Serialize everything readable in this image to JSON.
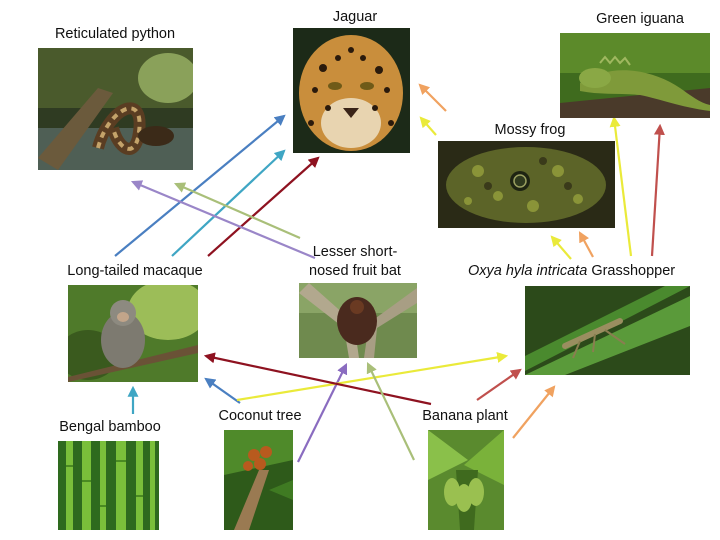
{
  "nodes": {
    "python": {
      "label": "Reticulated python"
    },
    "jaguar": {
      "label": "Jaguar"
    },
    "iguana": {
      "label": "Green iguana"
    },
    "frog": {
      "label": "Mossy frog"
    },
    "macaque": {
      "label": "Long-tailed macaque"
    },
    "bat": {
      "label_line1": "Lesser short-",
      "label_line2": "nosed fruit bat"
    },
    "grasshopper": {
      "label_species": "Oxya hyla intricata",
      "label_common": "Grasshopper"
    },
    "bamboo": {
      "label": "Bengal bamboo"
    },
    "coconut": {
      "label": "Coconut tree"
    },
    "banana": {
      "label": "Banana plant"
    }
  },
  "links": [
    {
      "from": "Long-tailed macaque",
      "to": "Jaguar",
      "color": "#4a7fc1"
    },
    {
      "from": "Long-tailed macaque",
      "to": "Jaguar",
      "color": "#3fa6c4"
    },
    {
      "from": "Banana plant",
      "to": "Jaguar",
      "color": "#8e1220"
    },
    {
      "from": "Lesser short-nosed fruit bat",
      "to": "Reticulated python",
      "color": "#9a86c8"
    },
    {
      "from": "Lesser short-nosed fruit bat",
      "to": "Reticulated python",
      "color": "#a9bf79"
    },
    {
      "from": "Mossy frog",
      "to": "Jaguar",
      "color": "#f0a260"
    },
    {
      "from": "Mossy frog",
      "to": "Jaguar",
      "color": "#eaea3a"
    },
    {
      "from": "Grasshopper",
      "to": "Mossy frog",
      "color": "#eaea3a"
    },
    {
      "from": "Grasshopper",
      "to": "Mossy frog",
      "color": "#f0a260"
    },
    {
      "from": "Grasshopper",
      "to": "Green iguana",
      "color": "#eaea3a"
    },
    {
      "from": "Grasshopper",
      "to": "Green iguana",
      "color": "#c0504d"
    },
    {
      "from": "Bengal bamboo",
      "to": "Long-tailed macaque",
      "color": "#3fa6c4"
    },
    {
      "from": "Coconut tree",
      "to": "Long-tailed macaque",
      "color": "#4a7fc1"
    },
    {
      "from": "Coconut tree",
      "to": "Lesser short-nosed fruit bat",
      "color": "#8a6cc0"
    },
    {
      "from": "Coconut tree",
      "to": "Grasshopper",
      "color": "#eaea3a"
    },
    {
      "from": "Banana plant",
      "to": "Long-tailed macaque",
      "color": "#8e1220"
    },
    {
      "from": "Banana plant",
      "to": "Lesser short-nosed fruit bat",
      "color": "#a9bf79"
    },
    {
      "from": "Banana plant",
      "to": "Grasshopper",
      "color": "#c0504d"
    },
    {
      "from": "Banana plant",
      "to": "Grasshopper",
      "color": "#f0a260"
    }
  ]
}
